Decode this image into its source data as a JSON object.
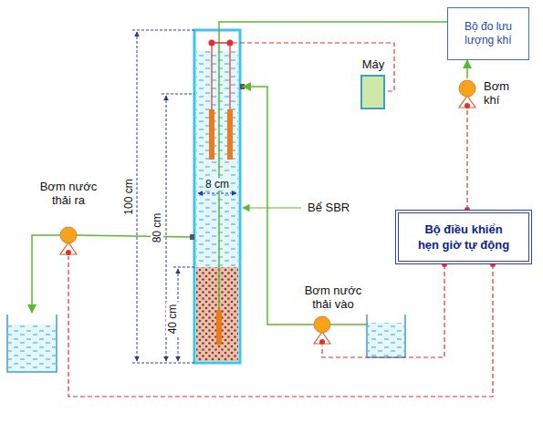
{
  "diagram": {
    "nodes": [
      {
        "text": [
          "Bộ đo lưu lượng khí"
        ]
      },
      {
        "text": [
          "Máy"
        ]
      },
      {
        "text": [
          "Bơm khí"
        ]
      },
      {
        "text": [
          "Bơm nước thải ra"
        ]
      },
      {
        "text": [
          "Bộ điều khiển hẹn giờ tự động"
        ]
      },
      {
        "text": [
          "Bơm nước thải vào"
        ]
      }
    ],
    "edges": [
      {
        "from": 2,
        "to": 0,
        "arrow": "to"
      },
      {
        "from": 4,
        "to": 2,
        "arrow": "none"
      },
      {
        "from": 4,
        "to": 5,
        "arrow": "none"
      },
      {
        "from": 4,
        "to": 3,
        "arrow": "none"
      }
    ],
    "labels": [
      "100 cm",
      "80 cm",
      "40 cm",
      "8 cm",
      "Bể SBR"
    ]
  }
}
